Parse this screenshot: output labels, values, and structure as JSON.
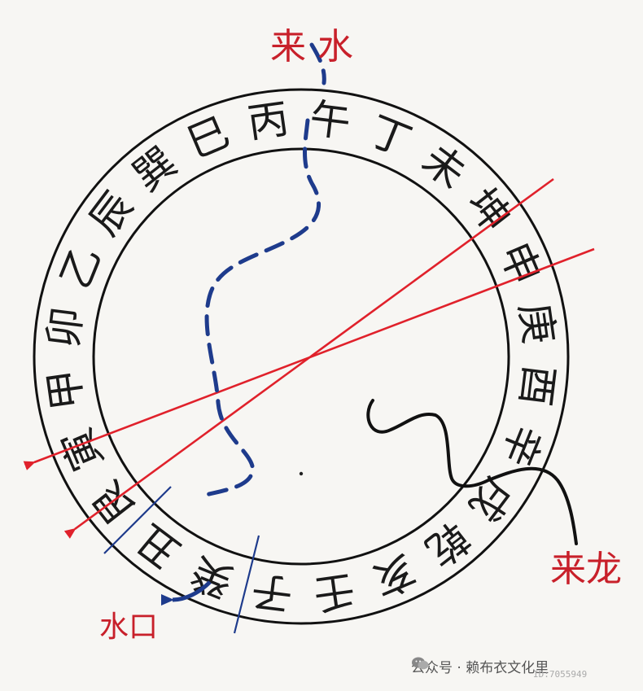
{
  "labels": {
    "incoming_water": "来 水",
    "incoming_dragon": "来龙",
    "water_outlet": "水口"
  },
  "ring": {
    "characters": [
      "丙",
      "午",
      "丁",
      "未",
      "坤",
      "申",
      "庚",
      "酉",
      "辛",
      "戌",
      "乾",
      "亥",
      "壬",
      "子",
      "癸",
      "丑",
      "艮",
      "寅",
      "甲",
      "卯",
      "乙",
      "辰",
      "巽",
      "巳"
    ]
  },
  "watermark": {
    "text": "公众号 · 赖布衣文化里",
    "id": "ID:7055949"
  },
  "colors": {
    "ring": "#111111",
    "ring_text": "#1a1a1a",
    "red_line": "#e0212b",
    "water_path": "#1e3b8c",
    "label_red": "#c8202a",
    "background": "#f7f6f3"
  }
}
